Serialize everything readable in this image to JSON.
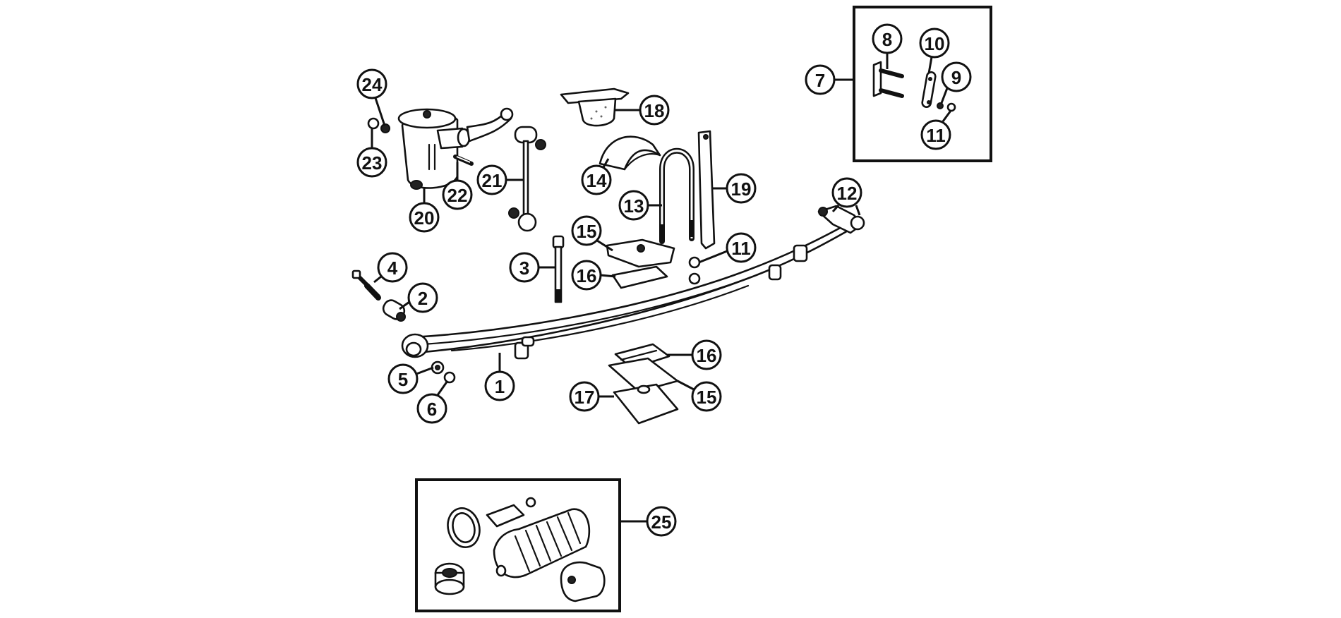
{
  "diagram": {
    "title": "Rear leaf spring and damper assembly exploded view",
    "colors": {
      "ink": "#111111",
      "background": "#ffffff"
    },
    "callouts": [
      {
        "id": "1",
        "part": "leaf-spring"
      },
      {
        "id": "2",
        "part": "spring-bush"
      },
      {
        "id": "3",
        "part": "centre-bolt"
      },
      {
        "id": "4",
        "part": "shackle-bolt"
      },
      {
        "id": "5",
        "part": "washer"
      },
      {
        "id": "6",
        "part": "nut"
      },
      {
        "id": "7",
        "part": "shackle-kit"
      },
      {
        "id": "8",
        "part": "shackle-plate-with-pins"
      },
      {
        "id": "9",
        "part": "shackle-washer"
      },
      {
        "id": "10",
        "part": "shackle-plate"
      },
      {
        "id": "11",
        "part": "nut"
      },
      {
        "id": "12",
        "part": "shackle-assembly"
      },
      {
        "id": "13",
        "part": "u-bolt"
      },
      {
        "id": "14",
        "part": "bump-stop-saddle"
      },
      {
        "id": "15",
        "part": "clamp-plate"
      },
      {
        "id": "16",
        "part": "rubber-pad"
      },
      {
        "id": "17",
        "part": "lower-plate"
      },
      {
        "id": "18",
        "part": "bump-stop"
      },
      {
        "id": "19",
        "part": "check-strap"
      },
      {
        "id": "20",
        "part": "lever-arm-damper"
      },
      {
        "id": "21",
        "part": "damper-link"
      },
      {
        "id": "22",
        "part": "damper-bolt"
      },
      {
        "id": "23",
        "part": "washer"
      },
      {
        "id": "24",
        "part": "nut"
      },
      {
        "id": "25",
        "part": "conversion-kit"
      }
    ],
    "labels": {
      "c1": "1",
      "c2": "2",
      "c3": "3",
      "c4": "4",
      "c5": "5",
      "c6": "6",
      "c7": "7",
      "c8": "8",
      "c9": "9",
      "c10": "10",
      "c11a": "11",
      "c11b": "11",
      "c12": "12",
      "c13": "13",
      "c14": "14",
      "c15a": "15",
      "c15b": "15",
      "c16a": "16",
      "c16b": "16",
      "c17": "17",
      "c18": "18",
      "c19": "19",
      "c20": "20",
      "c21": "21",
      "c22": "22",
      "c23": "23",
      "c24": "24",
      "c25": "25"
    }
  }
}
